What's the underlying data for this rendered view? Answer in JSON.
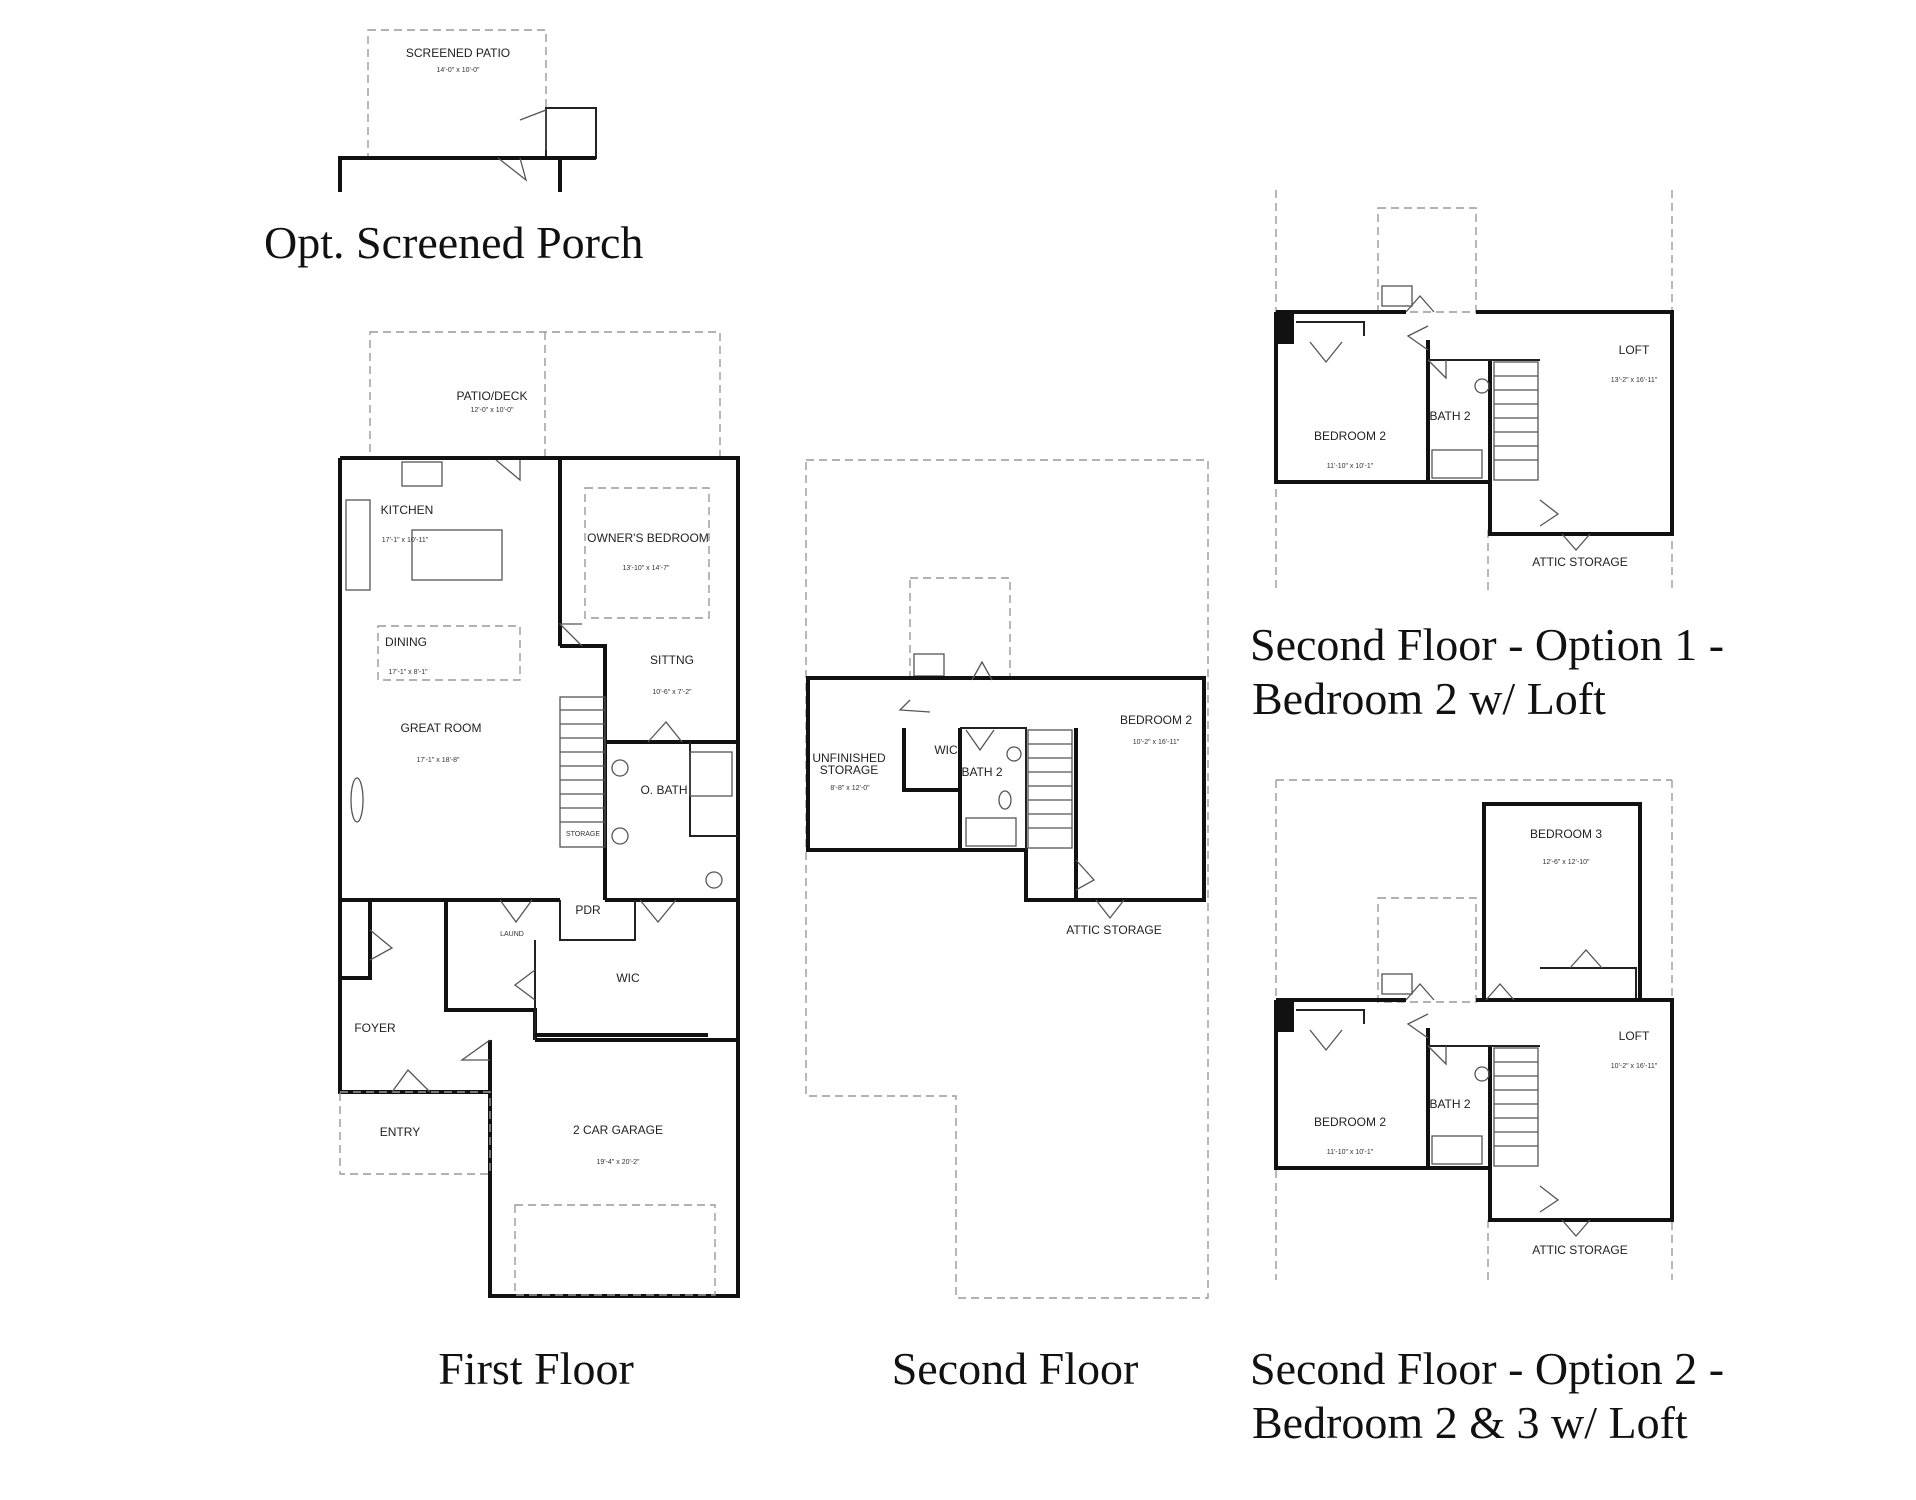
{
  "captions": {
    "porch": "Opt. Screened Porch",
    "first": "First Floor",
    "second": "Second Floor",
    "opt1_line1": "Second Floor - Option 1 -",
    "opt1_line2": "Bedroom 2 w/ Loft",
    "opt2_line1": "Second Floor - Option 2 -",
    "opt2_line2": "Bedroom 2 & 3 w/ Loft"
  },
  "porch": {
    "screened_patio": {
      "name": "SCREENED PATIO",
      "dim": "14'-0\" x 10'-0\""
    }
  },
  "first_floor": {
    "patio": {
      "name": "PATIO/DECK",
      "dim": "12'-0\" x 10'-0\""
    },
    "kitchen": {
      "name": "KITCHEN",
      "dim": "17'-1\" x 10'-11\""
    },
    "owners_bedroom": {
      "name": "OWNER'S BEDROOM",
      "dim": "13'-10\" x 14'-7\""
    },
    "dining": {
      "name": "DINING",
      "dim": "17'-1\" x 8'-1\""
    },
    "sitting": {
      "name": "SITTNG",
      "dim": "10'-6\" x 7'-2\""
    },
    "great_room": {
      "name": "GREAT ROOM",
      "dim": "17'-1\" x 18'-8\""
    },
    "o_bath": {
      "name": "O. BATH"
    },
    "storage": {
      "name": "STORAGE"
    },
    "pdr": {
      "name": "PDR"
    },
    "laund": {
      "name": "LAUND"
    },
    "wic": {
      "name": "WIC"
    },
    "foyer": {
      "name": "FOYER"
    },
    "entry": {
      "name": "ENTRY"
    },
    "garage": {
      "name": "2 CAR GARAGE",
      "dim": "19'-4\" x 20'-2\""
    }
  },
  "second_floor": {
    "unfinished": {
      "name1": "UNFINISHED",
      "name2": "STORAGE",
      "dim": "8'-8\" x 12'-0\""
    },
    "wic": {
      "name": "WIC"
    },
    "bath2": {
      "name": "BATH 2"
    },
    "bedroom2": {
      "name": "BEDROOM 2",
      "dim": "10'-2\" x 16'-11\""
    },
    "attic": {
      "name": "ATTIC STORAGE"
    }
  },
  "option1": {
    "loft": {
      "name": "LOFT",
      "dim": "13'-2\" x 16'-11\""
    },
    "bath2": {
      "name": "BATH 2"
    },
    "bedroom2": {
      "name": "BEDROOM 2",
      "dim": "11'-10\" x 10'-1\""
    },
    "attic": {
      "name": "ATTIC STORAGE"
    }
  },
  "option2": {
    "bedroom3": {
      "name": "BEDROOM 3",
      "dim": "12'-6\" x 12'-10\""
    },
    "loft": {
      "name": "LOFT",
      "dim": "10'-2\" x 16'-11\""
    },
    "bath2": {
      "name": "BATH 2"
    },
    "bedroom2": {
      "name": "BEDROOM 2",
      "dim": "11'-10\" x 10'-1\""
    },
    "attic": {
      "name": "ATTIC STORAGE"
    }
  }
}
